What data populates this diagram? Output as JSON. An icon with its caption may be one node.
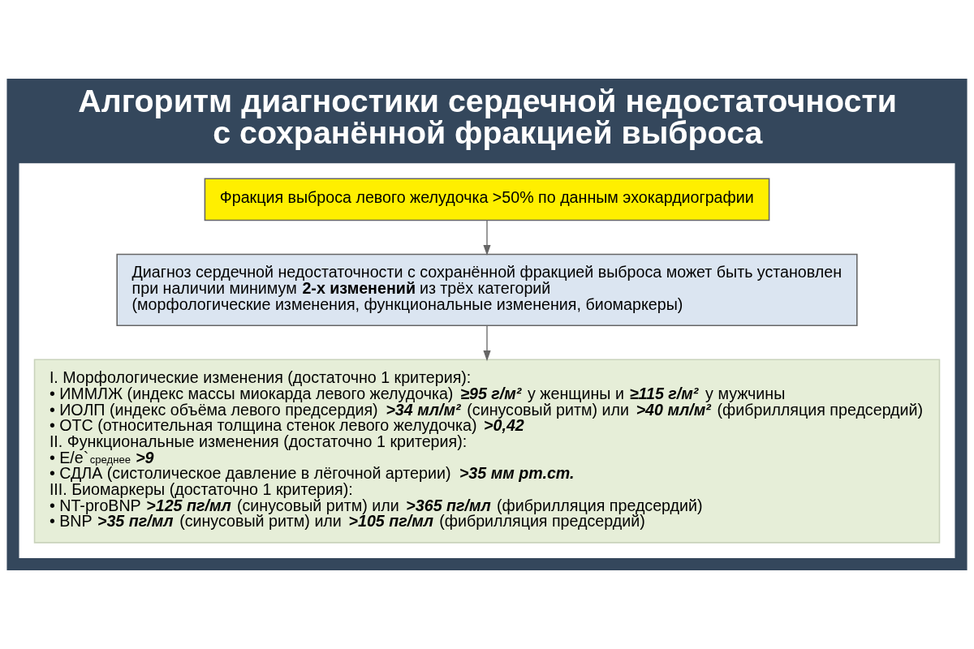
{
  "diagram": {
    "title": "Алгоритм диагностики сердечной недостаточности с сохранённой фракцией выброса",
    "nodes": [
      {
        "text": [],
        "shape": "box"
      },
      {
        "text": [
          "Фракция выброса левого желудочка >50% по данным эхокардиографии"
        ],
        "in": 0
      },
      {
        "text": [
          "Диагноз сердечной недостаточности с сохранённой фракцией выброса может быть установлен при наличии минимум **2-х изменений** из трёх категорий",
          "(морфологические изменения, функциональные изменения, биомаркеры)"
        ],
        "in": 0
      },
      {
        "text": [
          "I. Морфологические изменения (достаточно 1 критерия):",
          "• ИММЛЖ (индекс массы миокарда левого желудочка) *≥95 г/м²* у женщины и *≥115 г/м²* у мужчины",
          "• ИОЛП (индекс объёма левого предсердия) *>34 мл/м²* (синусовый ритм) или *>40 мл/м²* (фибрилляция предсердий)",
          "• ОТС (относительная толщина стенок левого желудочка) *>0,42*",
          "II. Функциональные изменения (достаточно 1 критерия):",
          "• E/e`$_{среднее}$ *>9*",
          "• СДЛА (систолическое давление в лёгочной артерии) *>35 мм рт.ст.*",
          "III. Биомаркеры (достаточно 1 критерия):",
          "• NT-proBNP *>125 пг/мл* (синусовый ритм) или *>365 пг/мл* (фибрилляция предсердий)",
          "• BNP *>35 пг/мл* (синусовый ритм) или *>105 пг/мл* (фибрилляция предсердий)"
        ],
        "in": 0
      }
    ],
    "edges": [
      {
        "from": 1,
        "to": 2,
        "arrow": "to"
      },
      {
        "from": 2,
        "to": 3,
        "arrow": "to"
      }
    ]
  }
}
